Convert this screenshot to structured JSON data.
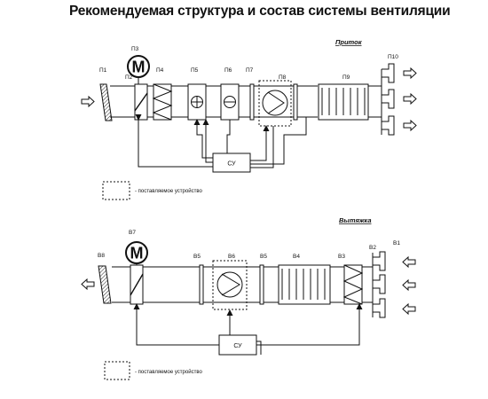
{
  "title": "Рекомендуемая структура и состав системы вентиляции",
  "supply": {
    "heading": "Приток",
    "labels": {
      "p1": "П1",
      "p2": "П2",
      "p3": "П3",
      "p4": "П4",
      "p5": "П5",
      "p6": "П6",
      "p7": "П7",
      "p8": "П8",
      "p9": "П9",
      "p10": "П10"
    },
    "motor": "M",
    "control_unit": "СУ",
    "legend": "- поставляемое устройство"
  },
  "exhaust": {
    "heading": "Вытяжка",
    "labels": {
      "b1": "В1",
      "b2": "В2",
      "b3": "В3",
      "b4": "В4",
      "b5a": "В5",
      "b5b": "В5",
      "b6": "В6",
      "b7": "В7",
      "b8": "В8"
    },
    "motor": "M",
    "control_unit": "СУ",
    "legend": "- поставляемое устройство"
  }
}
